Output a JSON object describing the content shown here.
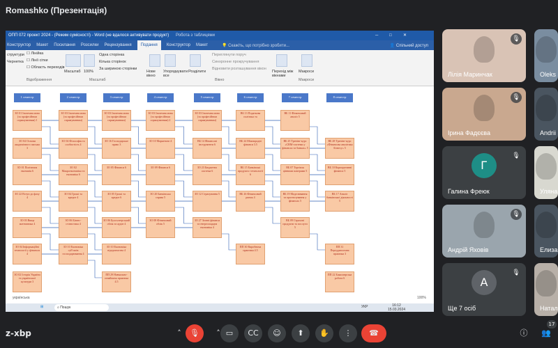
{
  "meet": {
    "presenter_title": "Romashko (Презентація)",
    "meeting_code": "z-xbp",
    "participant_count": "17"
  },
  "word": {
    "window_title": "ОПП 072 проект 2024 - (Режим сумісності) - Word (не вдалося активувати продукт)",
    "context_title": "Робота з таблицями",
    "search_placeholder": "Скажіть, що потрібно зробити...",
    "share_label": "Спільний доступ",
    "tabs": [
      "Конструктор",
      "Макет",
      "Посилання",
      "Розсилки",
      "Рецензування",
      "Подання",
      "Конструктор",
      "Макет"
    ],
    "active_tab_index": 5,
    "ribbon": {
      "items_left": [
        "структури",
        "Чернетка"
      ],
      "checks": [
        "Лінійка",
        "Лінії сітки",
        "Область переходів"
      ],
      "group_show": "Відображення",
      "zoom": "Масштаб",
      "zoom_pct": "100%",
      "one_page": "Одна сторінка",
      "multi_page": "Кілька сторінок",
      "page_width": "За шириною сторінки",
      "group_zoom": "Масштаб",
      "new_window": "Нове вікно",
      "arrange": "Упорядкувати все",
      "split": "Розділити",
      "side_by_side": "Переглянути поруч",
      "sync_scroll": "Синхронне прокручування",
      "reset_pos": "Відновити розташування вікон",
      "group_window": "Вікно",
      "switch_windows": "Перехід між вікнами",
      "macros": "Макроси",
      "group_macros": "Макроси"
    },
    "semesters": [
      "1 семестр",
      "2 семестр",
      "3 семестр",
      "4 семестр",
      "5 семестр",
      "6 семестр",
      "7 семестр",
      "8 семестр"
    ],
    "boxes": [
      {
        "t": "ЗО 01 Іноземна мова (за професійним спрямуванням) 1",
        "c": 0,
        "r": 0
      },
      {
        "t": "ЗО 03 Іноземна мова (за професійним спрямуванням)",
        "c": 1,
        "r": 0
      },
      {
        "t": "ЗО 03 Іноземна мова (за професійним спрямуванням)",
        "c": 2,
        "r": 0
      },
      {
        "t": "ЗО 03 Іноземна мова (за професійним спрямуванням) 2",
        "c": 3,
        "r": 0
      },
      {
        "t": "ЗО 03 Іноземна мова (за професійним спрямуванням)",
        "c": 4,
        "r": 0
      },
      {
        "t": "ВБ 13 Податкова політика та",
        "c": 5,
        "r": 0
      },
      {
        "t": "ВБ 11 Фінансовий аналіз 5",
        "c": 6,
        "r": 0
      },
      {
        "t": "ЗО 04 Основи академічного письма 3",
        "c": 0,
        "r": 1
      },
      {
        "t": "ЗО 04 Філософія та особистість 4",
        "c": 1,
        "r": 1
      },
      {
        "t": "ЗО 16 Господарське право 3",
        "c": 2,
        "r": 1
      },
      {
        "t": "ЗО 10 Маркетинг 4",
        "c": 3,
        "r": 1
      },
      {
        "t": "ВБ 14 Фінансові інструменти 6",
        "c": 4,
        "r": 1
      },
      {
        "t": "ВБ 24 Міжнародні фінанси 3.5",
        "c": 5,
        "r": 1
      },
      {
        "t": "ВБ 25 Тренінг-курс «CRM-системи у фінансах та банках» 5",
        "c": 6,
        "r": 1
      },
      {
        "t": "ВБ 28 Тренінг-курс «Фінансова аналітика бізнесу» 5",
        "c": 7,
        "r": 1
      },
      {
        "t": "ЗО 01 Політична економія 6",
        "c": 0,
        "r": 2
      },
      {
        "t": "ЗО 02 Макроекономіка та економіка 6",
        "c": 1,
        "r": 2
      },
      {
        "t": "ЗО 05 Фінанси 6",
        "c": 2,
        "r": 2
      },
      {
        "t": "ЗО 09 Фінанси 6",
        "c": 3,
        "r": 2
      },
      {
        "t": "ЗО 23 Бюджетна система 6",
        "c": 4,
        "r": 2
      },
      {
        "t": "ВБ 15 Банківські продукти і технології 6",
        "c": 5,
        "r": 2
      },
      {
        "t": "ВБ 07 Торгівля цінними паперами 5",
        "c": 6,
        "r": 2
      },
      {
        "t": "ВБ 10 Корпоративні фінанси 5",
        "c": 7,
        "r": 2
      },
      {
        "t": "ЗО 22 Вступ до фаху 4",
        "c": 0,
        "r": 3
      },
      {
        "t": "ЗО 04 Гроші та кредит 4",
        "c": 1,
        "r": 3
      },
      {
        "t": "ЗО 05 Гроші та кредит 6",
        "c": 2,
        "r": 3
      },
      {
        "t": "ЗО 20 Банківська справа 5",
        "c": 3,
        "r": 3
      },
      {
        "t": "ЗО 12 Страхування 5",
        "c": 4,
        "r": 3
      },
      {
        "t": "ВБ 26 Фінансовий ринок 4",
        "c": 5,
        "r": 3
      },
      {
        "t": "ВБ 19 Моделювання та прогнозування у фінансах 5",
        "c": 6,
        "r": 3
      },
      {
        "t": "ВБ 17 Аналіз банківської діяльності 5",
        "c": 7,
        "r": 3
      },
      {
        "t": "ЗО 03 Вища математика 4",
        "c": 0,
        "r": 4
      },
      {
        "t": "ЗО 06 Бізнес-статистика 4",
        "c": 1,
        "r": 4
      },
      {
        "t": "ЗО 06 Бухгалтерський облік та аудит 4",
        "c": 2,
        "r": 4
      },
      {
        "t": "ЗО 08 Фінансовий облік 5",
        "c": 3,
        "r": 4
      },
      {
        "t": "ЗО 27 Зелені фінанси та енергоощадна економіка 4",
        "c": 4,
        "r": 4
      },
      {
        "t": "ВБ 09 Страхові продукти та послуги 5",
        "c": 6,
        "r": 4
      },
      {
        "t": "ЗО 04 Інформаційні технології у фінансах 4",
        "c": 0,
        "r": 5
      },
      {
        "t": "ЗО 10 Економіка суб'єктів господарювання 4",
        "c": 1,
        "r": 5
      },
      {
        "t": "ЗО 10 Економіка підприємства 4",
        "c": 2,
        "r": 5
      },
      {
        "t": "ПП 30 Виробнича практика 4.5",
        "c": 5,
        "r": 5
      },
      {
        "t": "ПП 31 Переддипломна практика 3",
        "c": 7,
        "r": 5
      },
      {
        "t": "ЗО 02 Історія України та української культури 3",
        "c": 0,
        "r": 6
      },
      {
        "t": "ПП 29 Навчально-ознайомча практика 4.5",
        "c": 2,
        "r": 6
      },
      {
        "t": "ПП 22 Бакалаврська робота 6",
        "c": 7,
        "r": 6
      }
    ],
    "status_lang": "українська",
    "status_zoom": "100%",
    "taskbar_search": "Пошук",
    "taskbar_lang": "УКР",
    "taskbar_time": "16:12",
    "taskbar_date": "15.03.2024"
  },
  "participants": [
    {
      "name": "Лілія Маринчак",
      "type": "photo",
      "color": "#d9c3b5"
    },
    {
      "name": "Oleks",
      "type": "photo",
      "color": "#7a8da0"
    },
    {
      "name": "Ірина Фадєєва",
      "type": "photo",
      "color": "#c9a88f"
    },
    {
      "name": "Andrii",
      "type": "photo",
      "color": "#4a5560"
    },
    {
      "name": "Галина Фреюк",
      "type": "letter",
      "letter": "Г",
      "color": "#1e8e86"
    },
    {
      "name": "Уляна",
      "type": "photo",
      "color": "#d8d8d0"
    },
    {
      "name": "Андрій Яховів",
      "type": "photo",
      "color": "#9aa5ad"
    },
    {
      "name": "Елиза",
      "type": "photo",
      "color": "#4a5560"
    },
    {
      "name": "Ще 7 осіб",
      "type": "more",
      "letter": "А",
      "color": "#5f6368"
    },
    {
      "name": "Натал",
      "type": "photo",
      "color": "#b8b0a8"
    }
  ]
}
